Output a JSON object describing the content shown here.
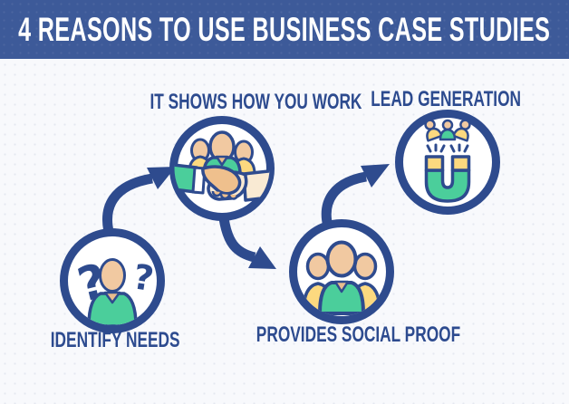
{
  "header": {
    "title": "4 REASONS TO USE BUSINESS CASE STUDIES"
  },
  "steps": [
    {
      "label": "IDENTIFY NEEDS",
      "icon": "person-question-marks-icon",
      "label_position": "below"
    },
    {
      "label": "IT SHOWS HOW YOU WORK",
      "icon": "handshake-team-icon",
      "label_position": "above"
    },
    {
      "label": "PROVIDES SOCIAL PROOF",
      "icon": "people-group-icon",
      "label_position": "below"
    },
    {
      "label": "LEAD GENERATION",
      "icon": "magnet-attracting-people-icon",
      "label_position": "above"
    }
  ],
  "colors": {
    "banner_bg": "#3d5a99",
    "title_text": "#ffffff",
    "outline_navy": "#2e4b8e",
    "label_text": "#2d4b8f",
    "green": "#4bce9b",
    "yellow": "#fcd97f",
    "skin": "#f1c9a1",
    "pale_skin": "#f9ead3",
    "background": "#f8f9fc"
  }
}
